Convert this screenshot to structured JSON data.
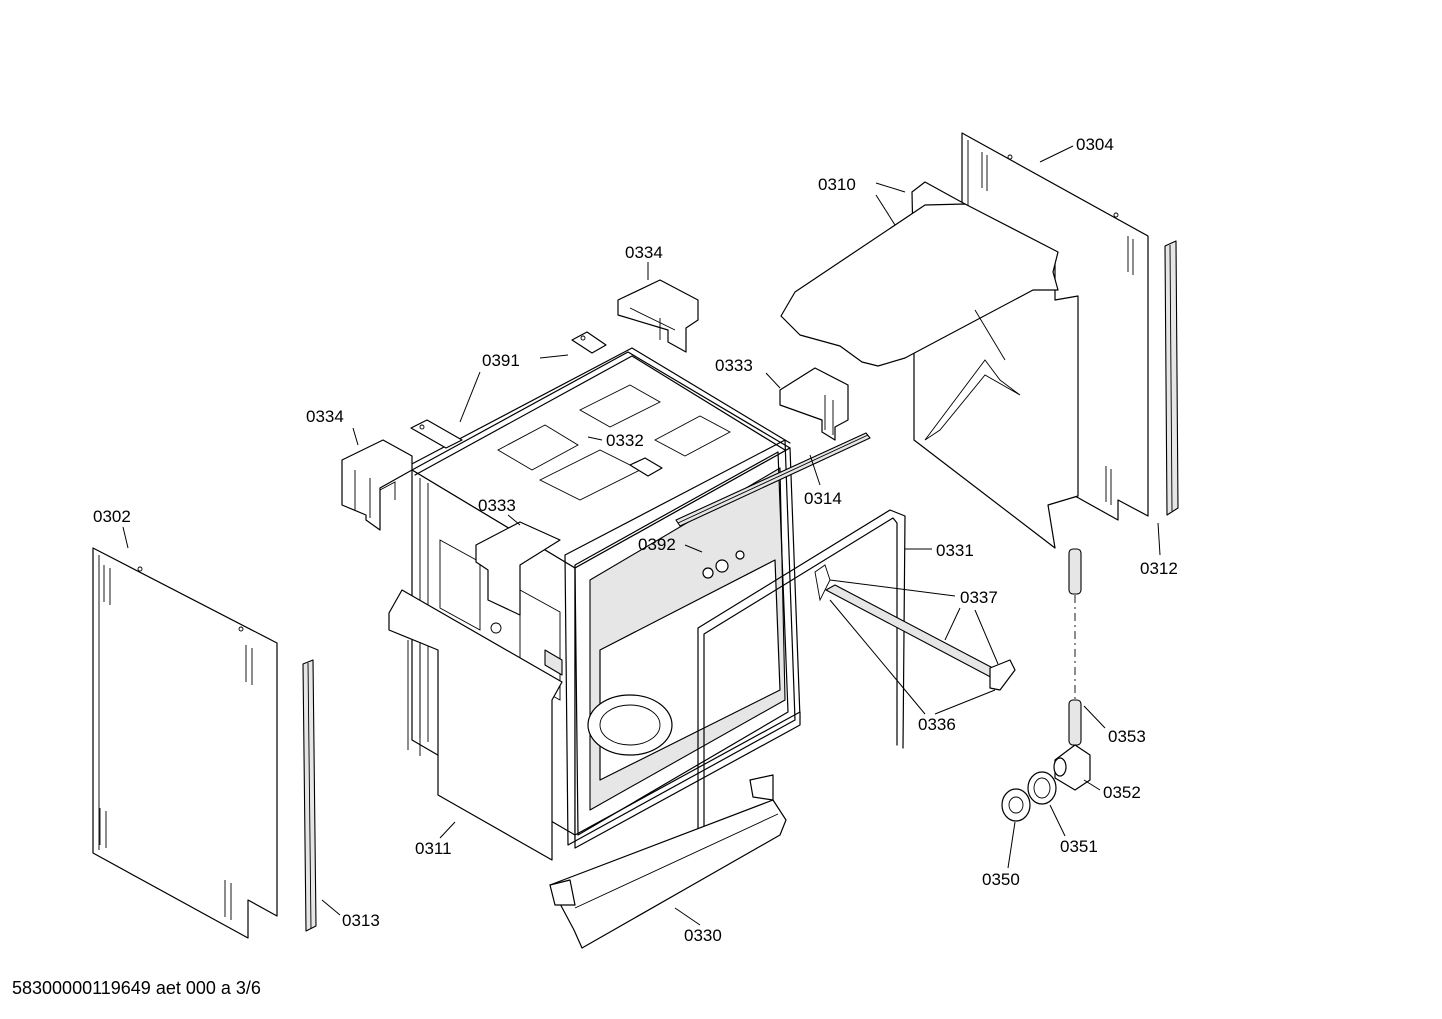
{
  "diagram": {
    "parts": [
      {
        "id": "p0304",
        "label": "0304"
      },
      {
        "id": "p0310",
        "label": "0310"
      },
      {
        "id": "p0334a",
        "label": "0334"
      },
      {
        "id": "p0391",
        "label": "0391"
      },
      {
        "id": "p0333a",
        "label": "0333"
      },
      {
        "id": "p0334b",
        "label": "0334"
      },
      {
        "id": "p0332",
        "label": "0332"
      },
      {
        "id": "p0314",
        "label": "0314"
      },
      {
        "id": "p0302",
        "label": "0302"
      },
      {
        "id": "p0333b",
        "label": "0333"
      },
      {
        "id": "p0392",
        "label": "0392"
      },
      {
        "id": "p0331",
        "label": "0331"
      },
      {
        "id": "p0312",
        "label": "0312"
      },
      {
        "id": "p0337",
        "label": "0337"
      },
      {
        "id": "p0336",
        "label": "0336"
      },
      {
        "id": "p0353",
        "label": "0353"
      },
      {
        "id": "p0352",
        "label": "0352"
      },
      {
        "id": "p0351",
        "label": "0351"
      },
      {
        "id": "p0350",
        "label": "0350"
      },
      {
        "id": "p0311",
        "label": "0311"
      },
      {
        "id": "p0313",
        "label": "0313"
      },
      {
        "id": "p0330",
        "label": "0330"
      }
    ]
  },
  "footer": {
    "doc_ref": "58300000119649 aet 000 a 3/6"
  }
}
